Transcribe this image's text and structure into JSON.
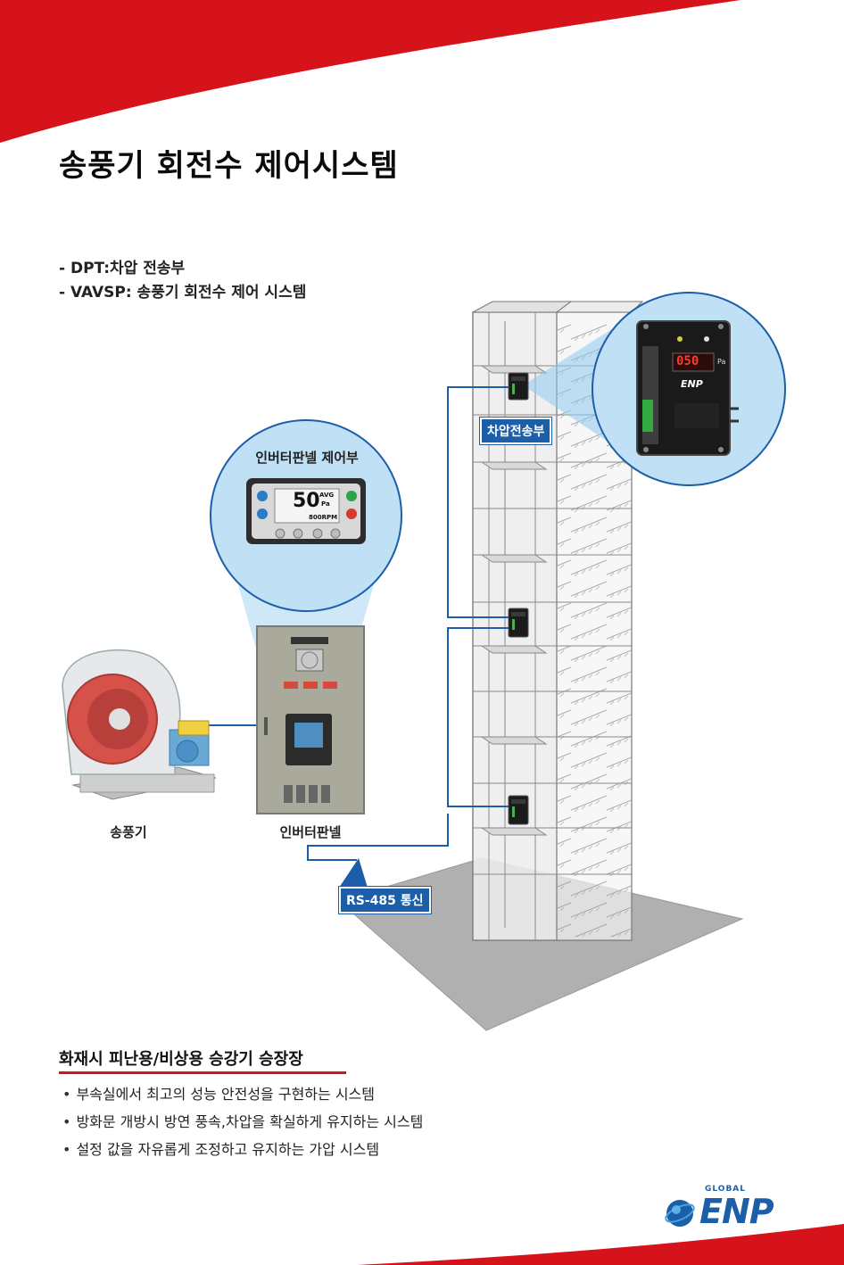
{
  "title": "송풍기 회전수 제어시스템",
  "legend": [
    "- DPT:차압 전송부",
    "- VAVSP: 송풍기 회전수 제어 시스템"
  ],
  "labels": {
    "inverter_control": "인버터판넬 제어부",
    "dpt_tag": "차압전송부",
    "blower": "송풍기",
    "inverter_panel": "인버터판넬",
    "rs485": "RS-485 통신"
  },
  "display": {
    "value": "50",
    "unit_top": "AVG",
    "unit_bottom": "Pa",
    "rpm": "800RPM",
    "dpt_value": "050",
    "dpt_unit": "Pa"
  },
  "section": {
    "title": "화재시 피난용/비상용 승강기 승장장",
    "bullets": [
      "부속실에서 최고의 성능 안전성을 구현하는 시스템",
      "방화문 개방시 방연 풍속,차압을 확실하게 유지하는 시스템",
      "설정 값을 자유롭게 조정하고 유지하는 가압 시스템"
    ]
  },
  "logo": {
    "global": "GLOBAL",
    "name": "ENP"
  },
  "colors": {
    "accent_red": "#d6121a",
    "brand_blue": "#1c5fa8",
    "callout_blue": "#bfe0f5"
  }
}
